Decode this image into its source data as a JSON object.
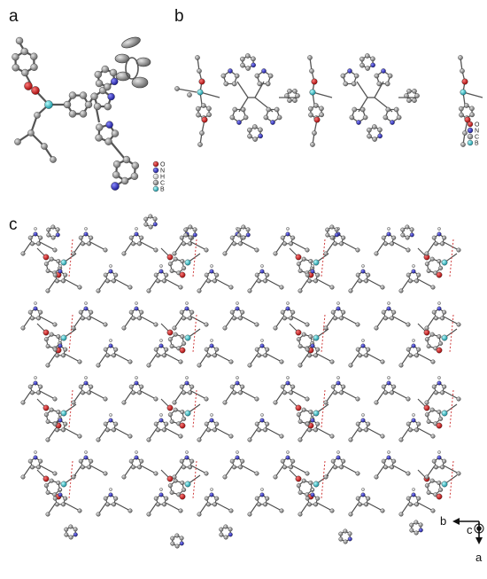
{
  "panels": {
    "a": "a",
    "b": "b",
    "c": "c"
  },
  "legend_a": [
    {
      "symbol": "O",
      "color": "#d01010"
    },
    {
      "symbol": "N",
      "color": "#2b2bd0"
    },
    {
      "symbol": "H",
      "color": "#e8e8e8"
    },
    {
      "symbol": "C",
      "color": "#8a8a8a"
    },
    {
      "symbol": "B",
      "color": "#22c8d8"
    }
  ],
  "legend_b": [
    {
      "symbol": "O",
      "color": "#d01010"
    },
    {
      "symbol": "N",
      "color": "#2b2bd0"
    },
    {
      "symbol": "C",
      "color": "#8a8a8a"
    },
    {
      "symbol": "B",
      "color": "#22c8d8"
    }
  ],
  "axes": {
    "b": "b",
    "c": "c",
    "a": "a"
  },
  "colors": {
    "bond": "#555555",
    "carbon": "#8a8a8a",
    "hydrogen": "#f0f0f0",
    "oxygen": "#d01010",
    "nitrogen": "#2b2bd0",
    "boron": "#22c8d8",
    "hbond": "#d04040"
  }
}
